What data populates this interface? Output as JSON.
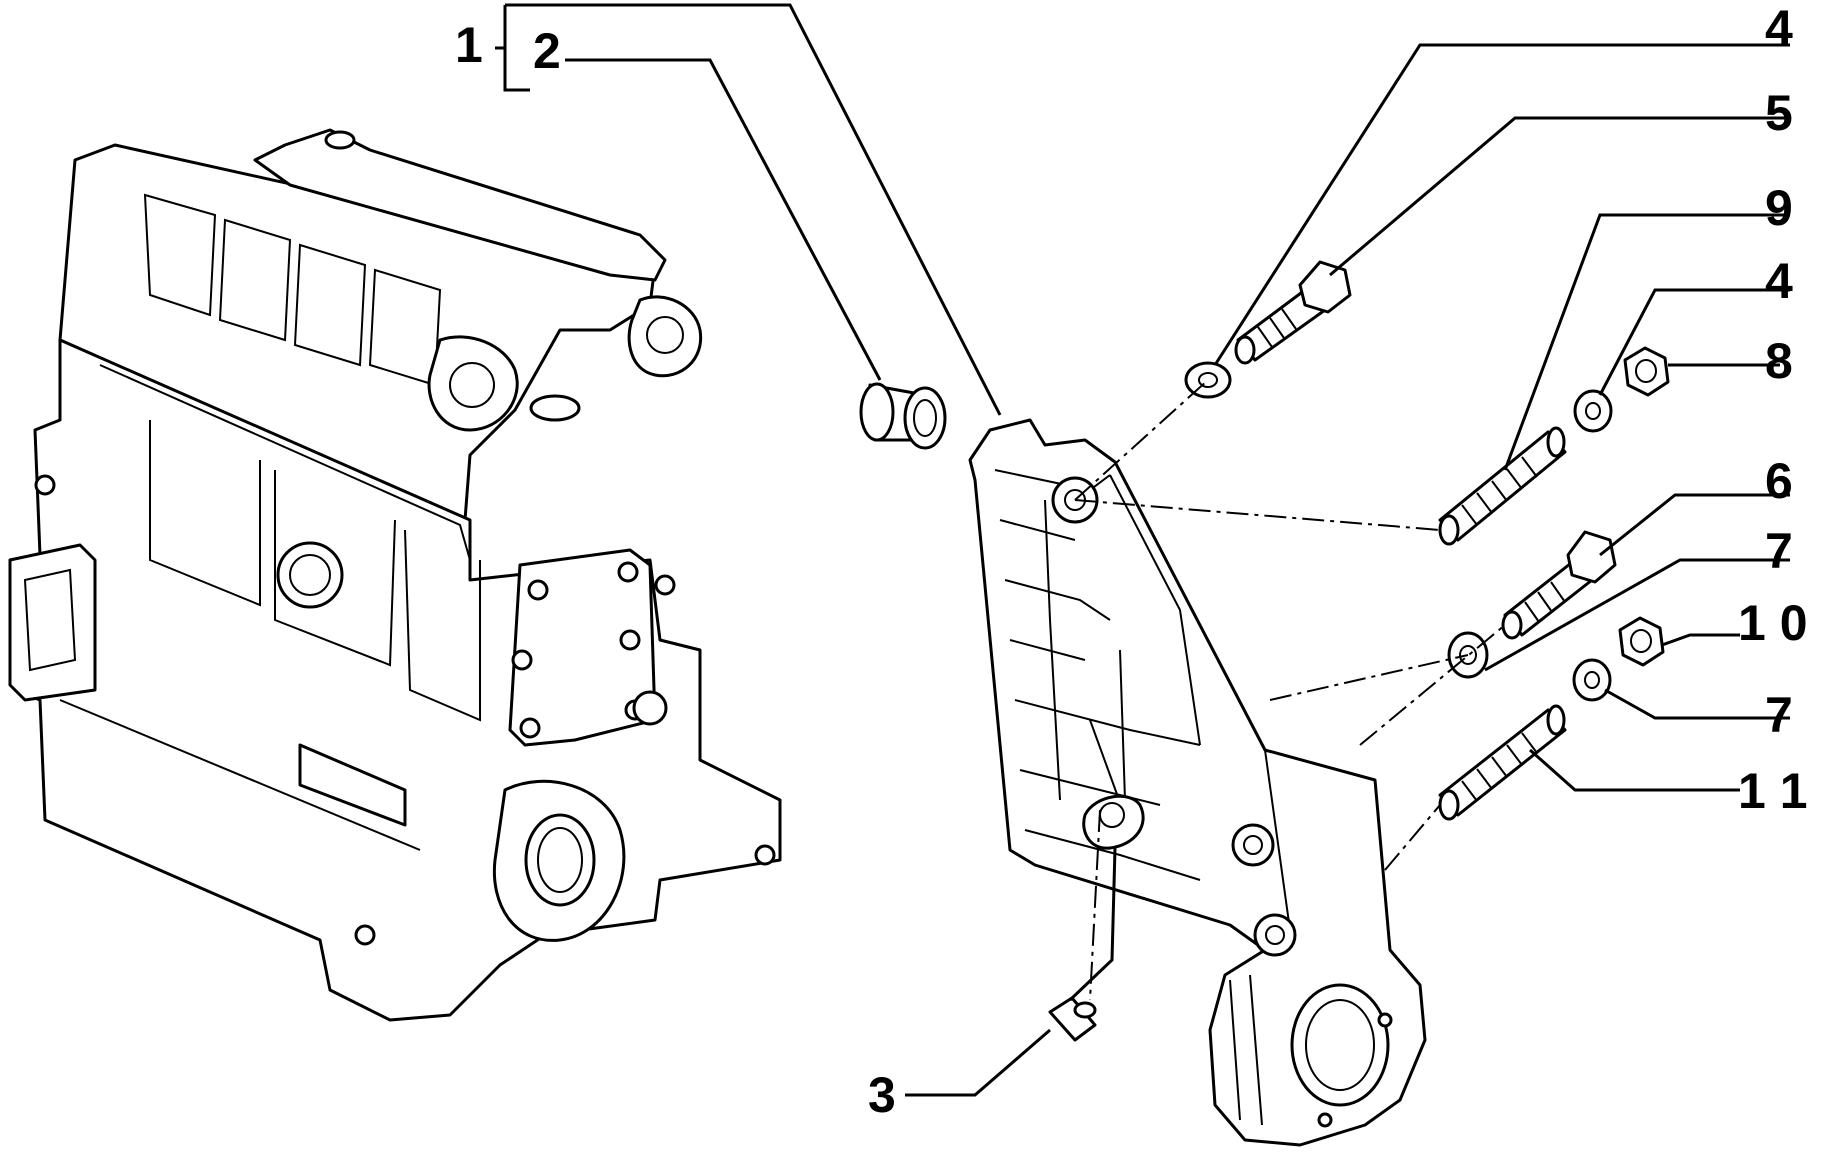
{
  "labels": {
    "l1": "1",
    "l2": "2",
    "l3": "3",
    "l4a": "4",
    "l5": "5",
    "l9": "9",
    "l4b": "4",
    "l8": "8",
    "l6": "6",
    "l7a": "7",
    "l10": "1 0",
    "l7b": "7",
    "l11": "1 1"
  }
}
